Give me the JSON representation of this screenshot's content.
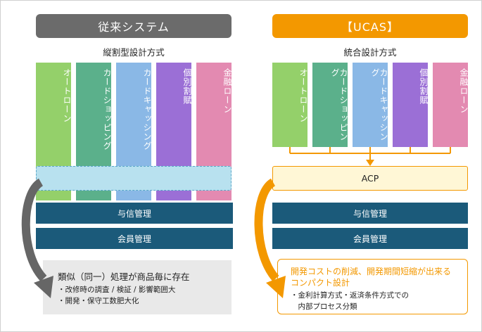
{
  "left": {
    "header": "従来システム",
    "subtitle": "縦割型設計方式",
    "columns": [
      "オートローン",
      "カードショッピング",
      "カードキャッシング",
      "個別割賦",
      "金融ローン"
    ],
    "bars": [
      "与信管理",
      "会員管理"
    ],
    "note": {
      "title": "類似（同一）処理が商品毎に存在",
      "bullets": [
        "・改修時の調査 / 検証 / 影響範囲大",
        "・開発・保守工数肥大化"
      ]
    }
  },
  "right": {
    "header": "【UCAS】",
    "subtitle": "統合設計方式",
    "columns": [
      "オートローン",
      "カードショッピング",
      "カードキャッシング",
      "個別割賦",
      "金融ローン"
    ],
    "acp": "ACP",
    "bars": [
      "与信管理",
      "会員管理"
    ],
    "note": {
      "title_lines": [
        "開発コストの削減、開発期間短縮が出来る",
        "コンパクト設計"
      ],
      "bullets": [
        "・金利計算方式・返済条件方式での",
        "　内部プロセス分類"
      ]
    }
  },
  "colors": {
    "left_header": "#6b6b6b",
    "right_header": "#f39800",
    "columns": [
      "#94d06a",
      "#5bb08b",
      "#8ab8e6",
      "#9b6fd6",
      "#e38ab1"
    ],
    "bar": "#1b5a7a",
    "overlap": "#b8e1ef",
    "acp_fill": "#fff7d6",
    "accent_orange": "#f39800",
    "note_bg": "#e9e9e9",
    "arrow_gray": "#666666"
  }
}
